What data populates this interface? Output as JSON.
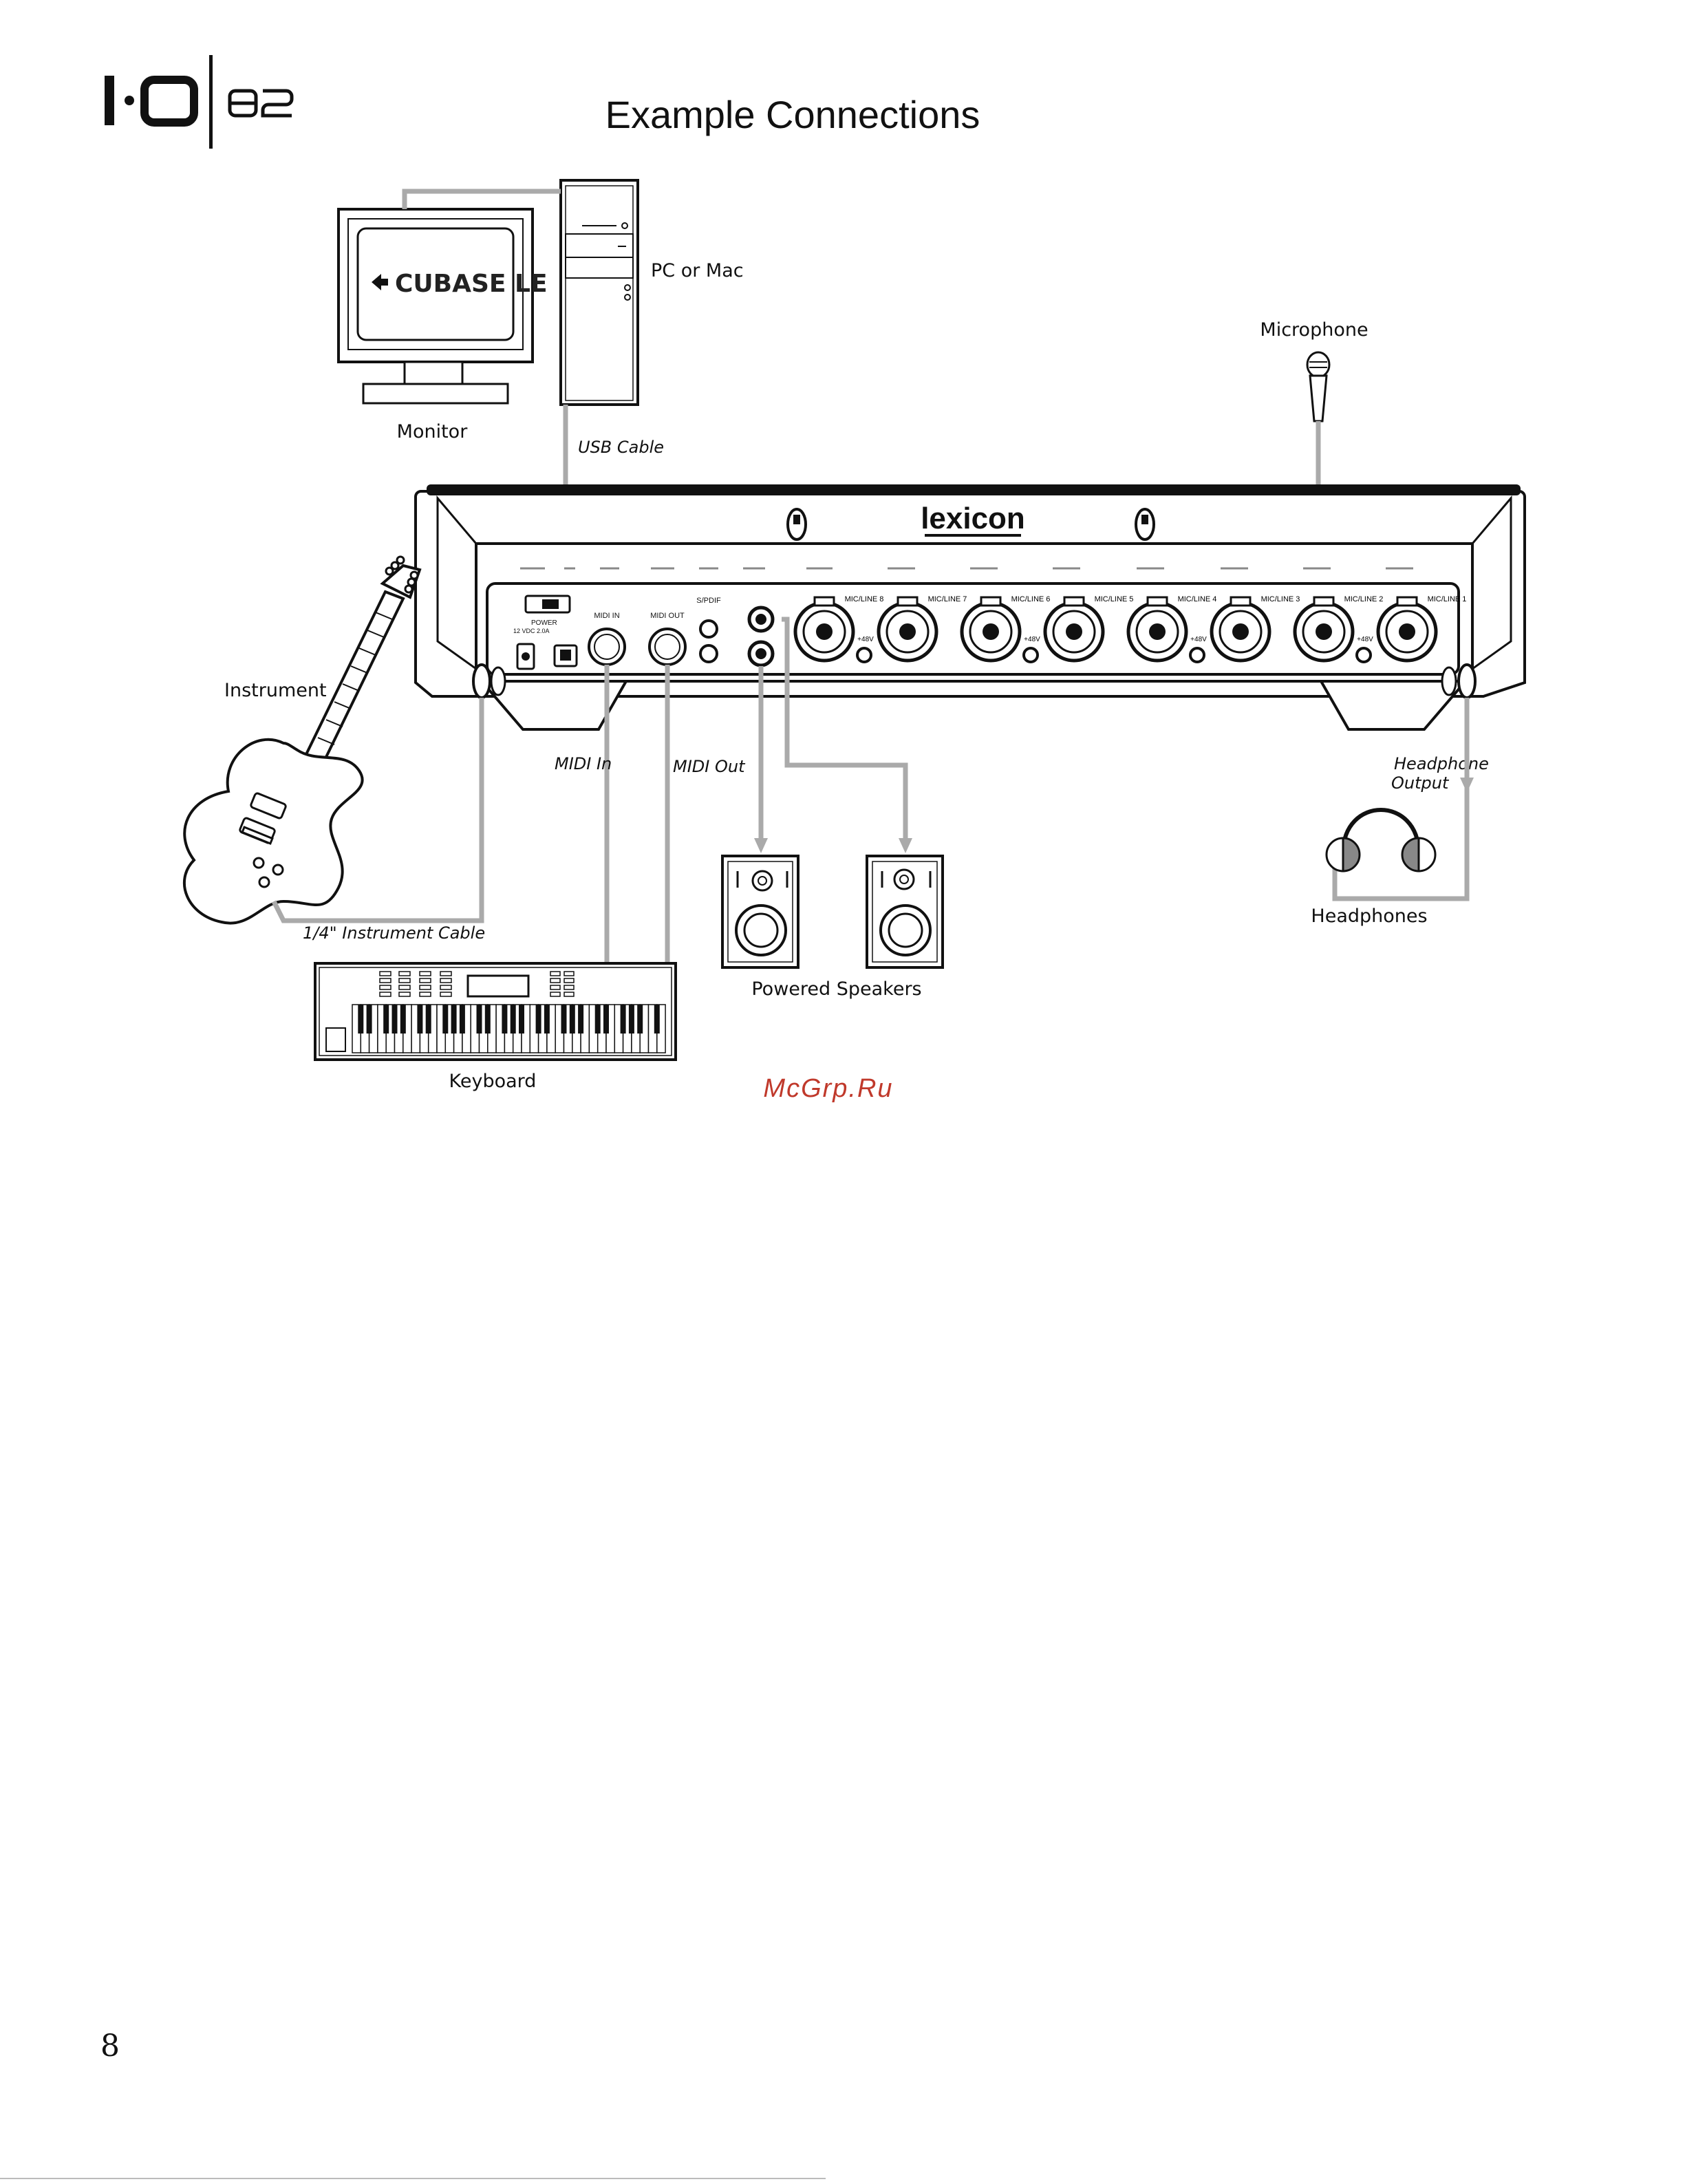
{
  "header": {
    "logo_text": "I·O 82",
    "title": "Example Connections"
  },
  "devices": {
    "pc": "PC or Mac",
    "monitor": "Monitor",
    "monitor_screen": "CUBASE LE",
    "microphone": "Microphone",
    "instrument": "Instrument",
    "keyboard": "Keyboard",
    "speakers": "Powered Speakers",
    "headphones": "Headphones",
    "interface_brand": "lexicon"
  },
  "cables": {
    "usb": "USB Cable",
    "midi_in": "MIDI In",
    "midi_out": "MIDI Out",
    "instrument_cable": "1/4\" Instrument Cable",
    "headphone_output_1": "Headphone",
    "headphone_output_2": "Output"
  },
  "interface_panel": {
    "power_label": "POWER",
    "power_spec": "12 VDC 2.0A",
    "midi_in_label": "MIDI IN",
    "midi_out_label": "MIDI OUT",
    "spdif_label": "S/PDIF",
    "mic_line_label": "MIC/LINE",
    "phantom_label": "+48V",
    "channels": [
      "8",
      "7",
      "6",
      "5",
      "4",
      "3",
      "2",
      "1"
    ]
  },
  "watermark": "McGrp.Ru",
  "footer": {
    "page_number": "8"
  }
}
